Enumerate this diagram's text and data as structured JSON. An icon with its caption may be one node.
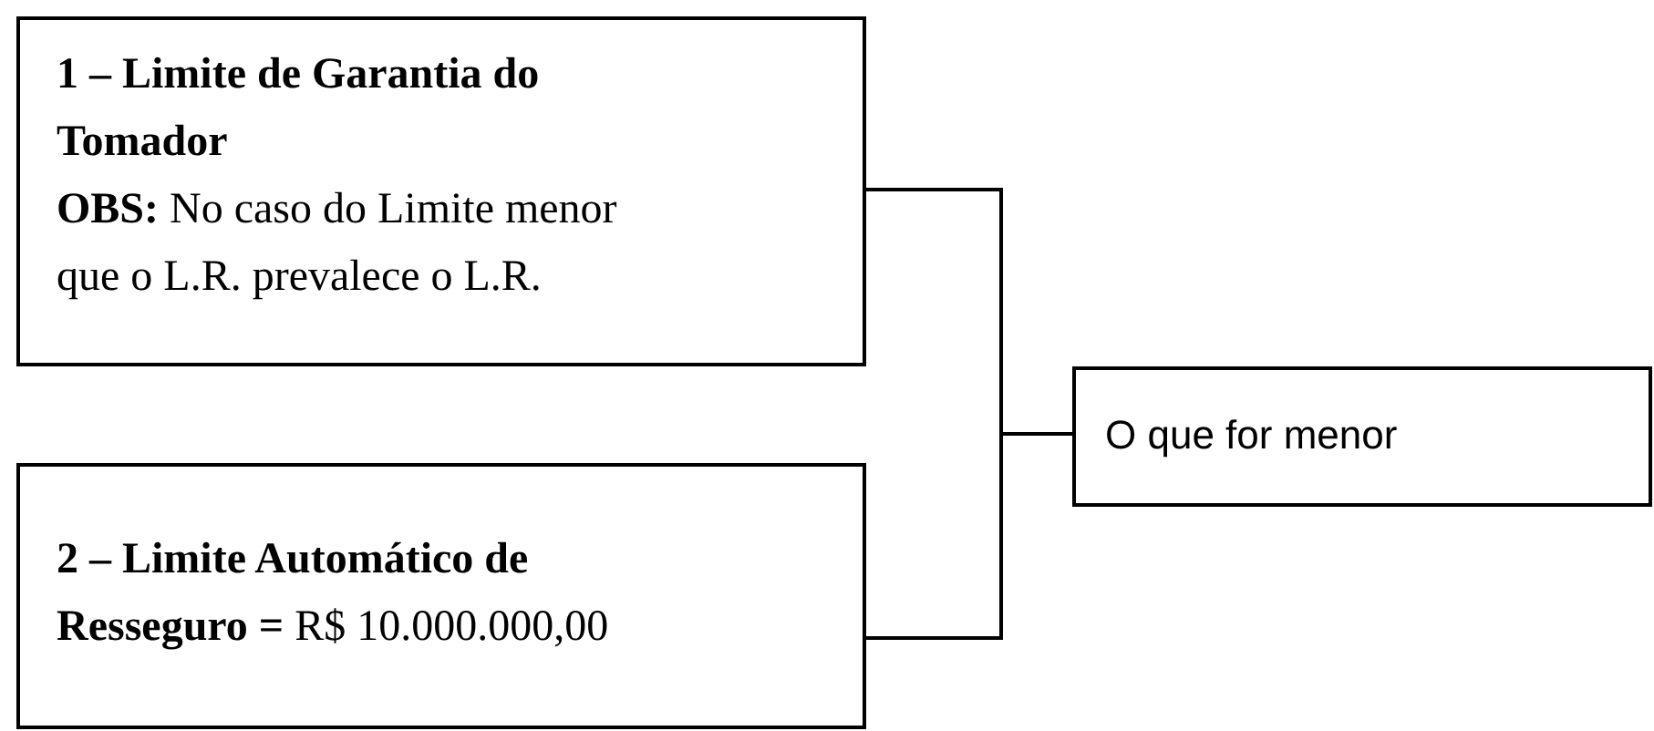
{
  "diagram": {
    "nodes": [
      {
        "text": [
          "1 – Limite de Garantia do Tomador",
          "**OBS:** No caso do Limite menor que o L.R. prevalece o L.R."
        ]
      },
      {
        "text": [
          "**2 – Limite Automático de Resseguro =** R$ 10.000.000,00"
        ]
      },
      {
        "text": [
          "O que for menor"
        ]
      }
    ],
    "edges": [
      {
        "from": 0,
        "to": 2,
        "arrow": "none"
      },
      {
        "from": 1,
        "to": 2,
        "arrow": "none"
      }
    ]
  }
}
